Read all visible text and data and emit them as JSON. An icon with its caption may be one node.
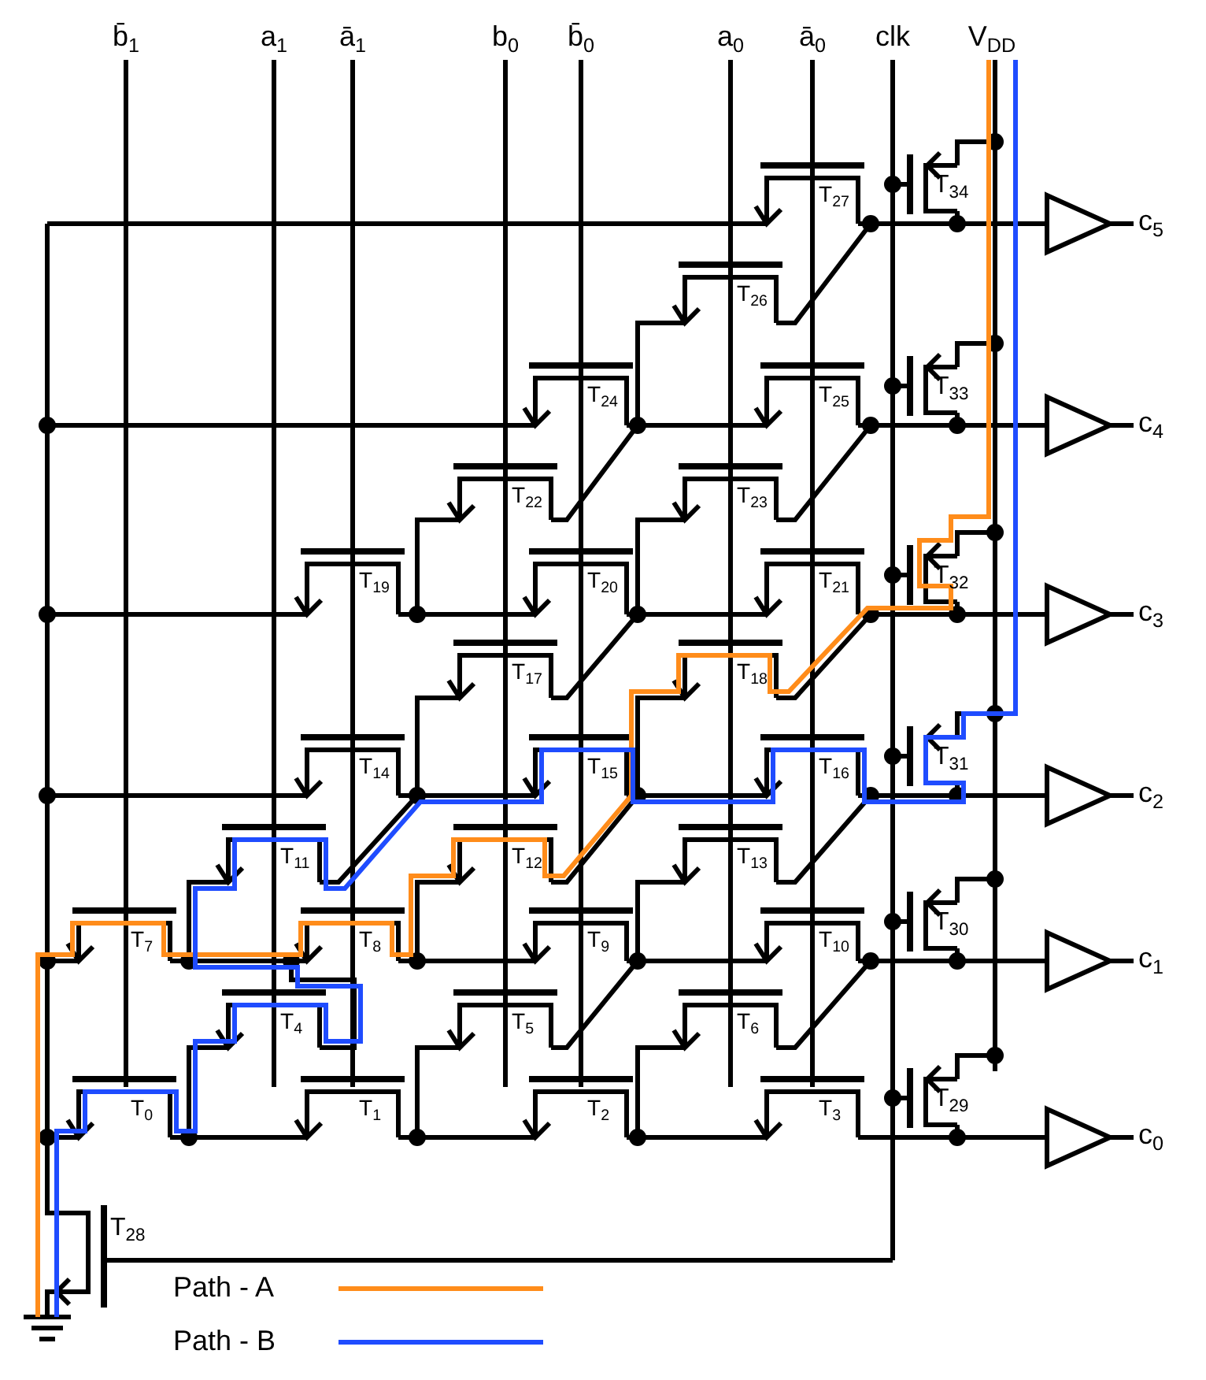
{
  "diagram": {
    "labels": [
      "b̄$_{1}$",
      "a$_{1}$",
      "ā$_{1}$",
      "b$_{0}$",
      "b̄$_{0}$",
      "a$_{0}$",
      "ā$_{0}$",
      "clk",
      "V$_{DD}$",
      "T$_{0}$",
      "T$_{1}$",
      "T$_{2}$",
      "T$_{3}$",
      "T$_{4}$",
      "T$_{5}$",
      "T$_{6}$",
      "T$_{7}$",
      "T$_{8}$",
      "T$_{9}$",
      "T$_{10}$",
      "T$_{11}$",
      "T$_{12}$",
      "T$_{13}$",
      "T$_{14}$",
      "T$_{15}$",
      "T$_{16}$",
      "T$_{17}$",
      "T$_{18}$",
      "T$_{19}$",
      "T$_{20}$",
      "T$_{21}$",
      "T$_{22}$",
      "T$_{23}$",
      "T$_{24}$",
      "T$_{25}$",
      "T$_{26}$",
      "T$_{27}$",
      "T$_{28}$",
      "T$_{29}$",
      "T$_{30}$",
      "T$_{31}$",
      "T$_{32}$",
      "T$_{33}$",
      "T$_{34}$",
      "c$_{0}$",
      "c$_{1}$",
      "c$_{2}$",
      "c$_{3}$",
      "c$_{4}$",
      "c$_{5}$"
    ],
    "legend": [
      {
        "text": "Path - A"
      },
      {
        "text": "Path - B"
      }
    ]
  }
}
